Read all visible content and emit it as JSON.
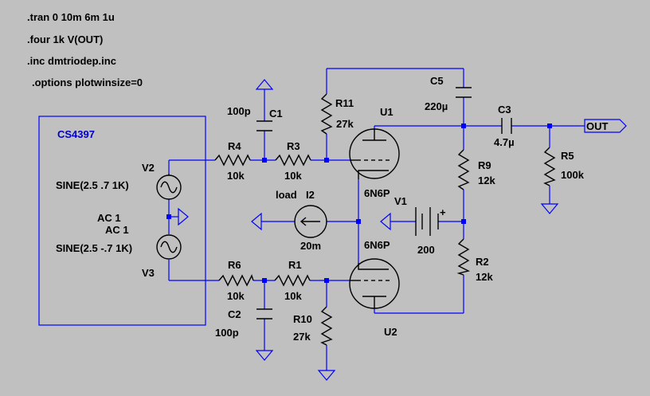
{
  "directives": [
    ".tran 0 10m 6m 1u",
    ".four 1k V(OUT)",
    ".inc dmtriodep.inc",
    ".options plotwinsize=0"
  ],
  "block": {
    "name": "CS4397"
  },
  "V2": {
    "name": "V2",
    "value": "SINE(2.5 .7 1K)",
    "ac": "AC 1"
  },
  "V3": {
    "name": "V3",
    "value": "SINE(2.5 -.7 1K)",
    "ac": "AC 1"
  },
  "R4": {
    "name": "R4",
    "value": "10k"
  },
  "R3": {
    "name": "R3",
    "value": "10k"
  },
  "R6": {
    "name": "R6",
    "value": "10k"
  },
  "R1": {
    "name": "R1",
    "value": "10k"
  },
  "C1": {
    "name": "C1",
    "value": "100p"
  },
  "C2": {
    "name": "C2",
    "value": "100p"
  },
  "R11": {
    "name": "R11",
    "value": "27k"
  },
  "R10": {
    "name": "R10",
    "value": "27k"
  },
  "U1": {
    "name": "U1",
    "model": "6N6P"
  },
  "U2": {
    "name": "U2",
    "model": "6N6P"
  },
  "I2": {
    "name": "I2",
    "label": "load",
    "value": "20m"
  },
  "V1": {
    "name": "V1",
    "value": "200",
    "plus": "+"
  },
  "C5": {
    "name": "C5",
    "value": "220µ"
  },
  "C3": {
    "name": "C3",
    "value": "4.7µ"
  },
  "R9": {
    "name": "R9",
    "value": "12k"
  },
  "R2": {
    "name": "R2",
    "value": "12k"
  },
  "R5": {
    "name": "R5",
    "value": "100k"
  },
  "out_label": "OUT",
  "colors": {
    "background": "#c0c0c0",
    "wire": "#0000ff",
    "component": "#000000",
    "block_label": "#0000cc"
  }
}
